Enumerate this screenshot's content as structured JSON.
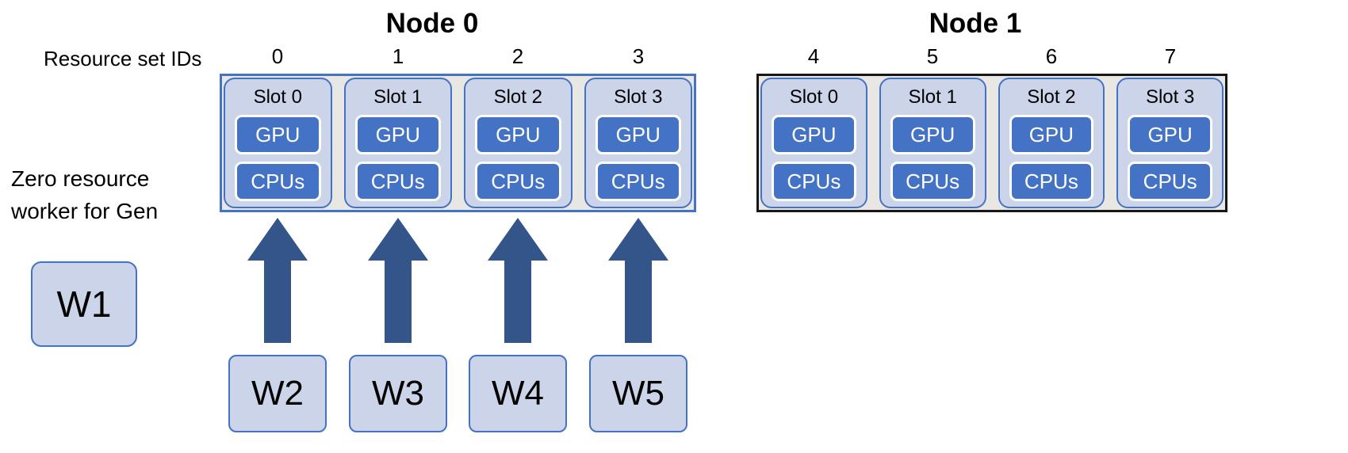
{
  "colors": {
    "accent_blue": "#4472c4",
    "light_fill": "#ccd4ea",
    "node_gap_gray": "#e8e7e3",
    "arrow_blue": "#33558a",
    "node1_border": "#161616",
    "chip_text": "#ffffff",
    "text": "#000000"
  },
  "left_panel": {
    "resource_set_ids_label": "Resource set IDs",
    "zero_resource_label": "Zero resource worker for Gen",
    "worker": "W1"
  },
  "nodes": [
    {
      "title": "Node 0",
      "resource_set_ids": [
        "0",
        "1",
        "2",
        "3"
      ],
      "slots": [
        {
          "label": "Slot 0",
          "units": [
            "GPU",
            "CPUs"
          ]
        },
        {
          "label": "Slot 1",
          "units": [
            "GPU",
            "CPUs"
          ]
        },
        {
          "label": "Slot 2",
          "units": [
            "GPU",
            "CPUs"
          ]
        },
        {
          "label": "Slot 3",
          "units": [
            "GPU",
            "CPUs"
          ]
        }
      ]
    },
    {
      "title": "Node 1",
      "resource_set_ids": [
        "4",
        "5",
        "6",
        "7"
      ],
      "slots": [
        {
          "label": "Slot 0",
          "units": [
            "GPU",
            "CPUs"
          ]
        },
        {
          "label": "Slot 1",
          "units": [
            "GPU",
            "CPUs"
          ]
        },
        {
          "label": "Slot 2",
          "units": [
            "GPU",
            "CPUs"
          ]
        },
        {
          "label": "Slot 3",
          "units": [
            "GPU",
            "CPUs"
          ]
        }
      ]
    }
  ],
  "bottom_workers": [
    "W2",
    "W3",
    "W4",
    "W5"
  ]
}
